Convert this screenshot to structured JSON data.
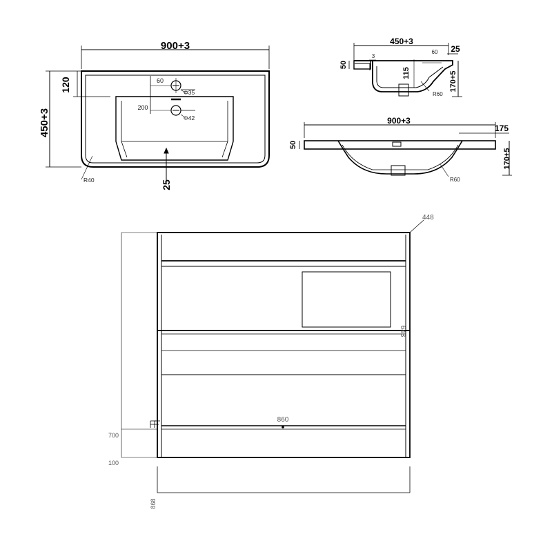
{
  "basin_top_view": {
    "width_dim": "900+3",
    "depth_dim": "450+3",
    "back_ledge_dim": "120",
    "front_dim": "25",
    "tap_offset_dim": "60",
    "tap_to_waste_dim": "200",
    "tap_hole_dim": "Φ35",
    "waste_hole_dim": "Φ42",
    "corner_radius": "R40"
  },
  "basin_side_view": {
    "depth_dim": "450+3",
    "rim_dim": "25",
    "rim_height_dim": "50",
    "offset_dim": "3",
    "tap_offset_dim": "60",
    "bowl_depth_dim": "115",
    "overall_height_dim": "170+5",
    "radius": "R60"
  },
  "basin_front_view": {
    "width_dim": "900+3",
    "side_dim": "175",
    "rim_height_dim": "50",
    "overall_height_dim": "170+5",
    "radius": "R60"
  },
  "cabinet_front_view": {
    "depth_dim": "448",
    "height_dim": "643",
    "inner_width_dim": "860",
    "plinth_height_dim": "700",
    "foot_dim": "100",
    "overall_width_dim": "868"
  }
}
